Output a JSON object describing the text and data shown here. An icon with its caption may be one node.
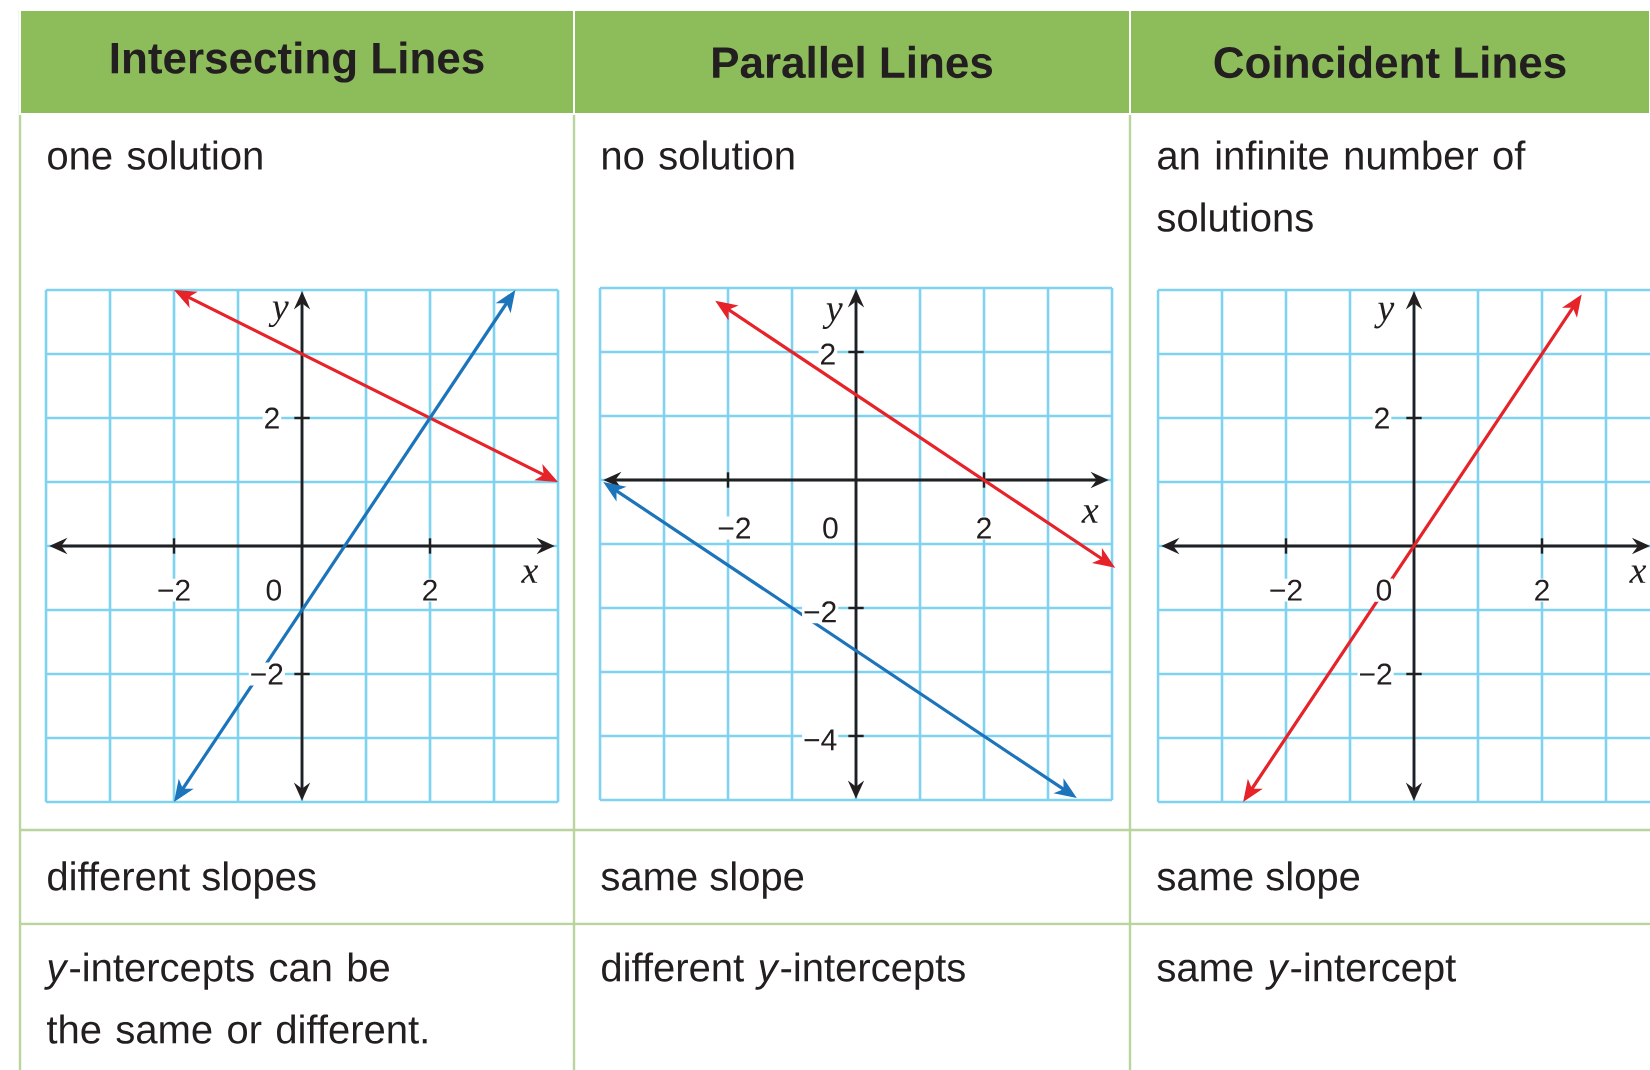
{
  "diagram": {
    "labels": [
      "Intersecting Lines",
      "Parallel Lines",
      "Coincident Lines",
      "one solution",
      "no solution",
      "an infinite number of solutions",
      "y",
      "2",
      "−2",
      "0",
      "2",
      "x",
      "−2",
      "y",
      "2",
      "−2",
      "0",
      "2",
      "x",
      "−2",
      "−4",
      "y",
      "2",
      "−2",
      "0",
      "2",
      "x",
      "−2",
      "different slopes",
      "same slope",
      "same slope",
      "*y*-intercepts can be the same or different.",
      "different *y*-intercepts",
      "same *y*-intercept"
    ]
  }
}
